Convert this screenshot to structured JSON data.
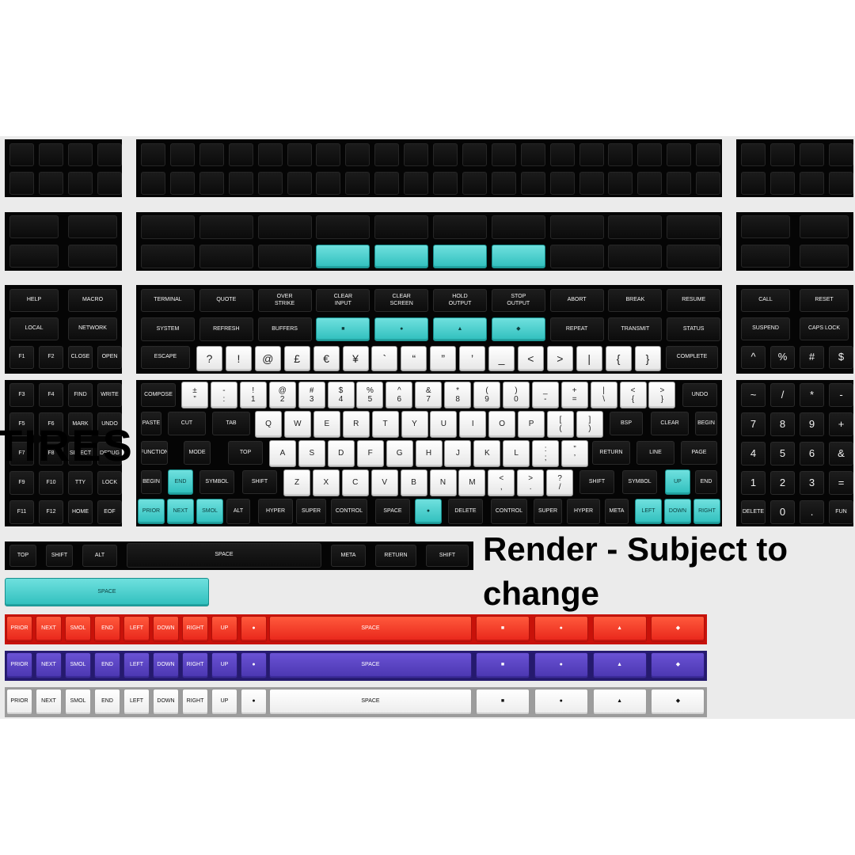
{
  "render_note": "Render - Subject to change",
  "overlay_fragment": "TIRES",
  "colors": {
    "background": "#ebebeb",
    "case": "#050505",
    "accent_cyan": "#3fcfcd",
    "accent_red": "#f2361f",
    "accent_purple": "#5842c4"
  },
  "macro_cluster": {
    "row1": [
      "TERMINAL",
      "QUOTE",
      "OVER STRIKE",
      "CLEAR INPUT",
      "CLEAR SCREEN",
      "HOLD OUTPUT",
      "STOP OUTPUT",
      "ABORT",
      "BREAK",
      "RESUME"
    ],
    "row2": [
      "SYSTEM",
      "REFRESH",
      "BUFFERS",
      "■",
      "●",
      "▲",
      "◆",
      "REPEAT",
      "TRANSMIT",
      "STATUS"
    ],
    "row3": [
      "ESCAPE",
      "?",
      "!",
      "@",
      "£",
      "€",
      "¥",
      "`",
      "“",
      "”",
      "’",
      "_",
      "<",
      ">",
      "|",
      "{",
      "}",
      "COMPLETE"
    ]
  },
  "left_top": {
    "row1": [
      "HELP",
      "MACRO"
    ],
    "row2": [
      "LOCAL",
      "NETWORK"
    ],
    "row3": [
      "F1",
      "F2",
      "CLOSE",
      "OPEN"
    ]
  },
  "right_top": {
    "row1": [
      "CALL",
      "RESET"
    ],
    "row2": [
      "SUSPEND",
      "CAPS LOCK"
    ],
    "row3": [
      "^",
      "%",
      "#",
      "$"
    ]
  },
  "left_main": [
    [
      "F3",
      "F4",
      "FIND",
      "WRITE"
    ],
    [
      "F5",
      "F6",
      "MARK",
      "UNDO"
    ],
    [
      "F7",
      "F8",
      "SELECT",
      "DEBUG"
    ],
    [
      "F9",
      "F10",
      "TTY",
      "LOCK"
    ],
    [
      "F11",
      "F12",
      "HOME",
      "EOF"
    ]
  ],
  "main": {
    "number_row": [
      "COMPOSE",
      "± ”",
      "- :",
      "! 1",
      "@ 2",
      "# 3",
      "$ 4",
      "% 5",
      "^ 6",
      "& 7",
      "* 8",
      "( 9",
      ") 0",
      "_ -",
      "+ =",
      "| \\",
      "< {",
      "> }",
      "UNDO"
    ],
    "qwerty_row": [
      "PASTE",
      "CUT",
      "TAB",
      "Q",
      "W",
      "E",
      "R",
      "T",
      "Y",
      "U",
      "I",
      "O",
      "P",
      "[ (",
      "] )",
      "BSP",
      "CLEAR",
      "BEGIN"
    ],
    "home_row": [
      "FUNCTION",
      "MODE",
      "TOP",
      "A",
      "S",
      "D",
      "F",
      "G",
      "H",
      "J",
      "K",
      "L",
      ": ;",
      "” ’",
      "RETURN",
      "LINE",
      "PAGE"
    ],
    "shift_row": [
      "BEGIN",
      "END",
      "SYMBOL",
      "SHIFT",
      "Z",
      "X",
      "C",
      "V",
      "B",
      "N",
      "M",
      "< ,",
      "> .",
      "? /",
      "SHIFT",
      "SYMBOL",
      "UP",
      "END"
    ],
    "bottom_row": [
      "PRIOR",
      "NEXT",
      "SMOL",
      "ALT",
      "HYPER",
      "SUPER",
      "CONTROL",
      "SPACE",
      "●",
      "DELETE",
      "CONTROL",
      "SUPER",
      "HYPER",
      "META",
      "LEFT",
      "DOWN",
      "RIGHT"
    ]
  },
  "numpad": [
    [
      "~",
      "/",
      "*",
      "-"
    ],
    [
      "7",
      "8",
      "9",
      "+"
    ],
    [
      "4",
      "5",
      "6",
      "&"
    ],
    [
      "1",
      "2",
      "3",
      "="
    ],
    [
      "DELETE",
      "0",
      ".",
      "FUN"
    ]
  ],
  "space_bar_row": [
    "TOP",
    "SHIFT",
    "ALT",
    "SPACE",
    "META",
    "RETURN",
    "SHIFT"
  ],
  "cyan_space": "SPACE",
  "color_strips": {
    "labels": [
      "PRIOR",
      "NEXT",
      "SMOL",
      "END",
      "LEFT",
      "DOWN",
      "RIGHT",
      "UP",
      "●",
      "SPACE",
      "■",
      "●",
      "▲",
      "◆"
    ]
  }
}
